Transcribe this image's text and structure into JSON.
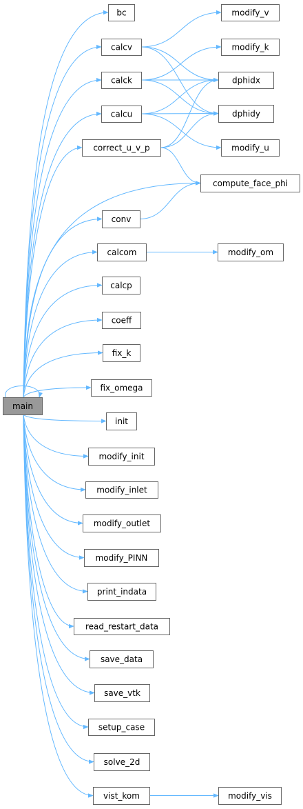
{
  "diagram": {
    "accent": "#63b8ff",
    "root_fill": "#999999",
    "nodes": {
      "main": "main",
      "bc": "bc",
      "calcv": "calcv",
      "calck": "calck",
      "calcu": "calcu",
      "correct_u_v_p": "correct_u_v_p",
      "conv": "conv",
      "calcom": "calcom",
      "calcp": "calcp",
      "coeff": "coeff",
      "fix_k": "fix_k",
      "fix_omega": "fix_omega",
      "init": "init",
      "modify_init": "modify_init",
      "modify_inlet": "modify_inlet",
      "modify_outlet": "modify_outlet",
      "modify_PINN": "modify_PINN",
      "print_indata": "print_indata",
      "read_restart_data": "read_restart_data",
      "save_data": "save_data",
      "save_vtk": "save_vtk",
      "setup_case": "setup_case",
      "solve_2d": "solve_2d",
      "vist_kom": "vist_kom",
      "modify_v": "modify_v",
      "modify_k": "modify_k",
      "dphidx": "dphidx",
      "dphidy": "dphidy",
      "modify_u": "modify_u",
      "compute_face_phi": "compute_face_phi",
      "modify_om": "modify_om",
      "modify_vis": "modify_vis"
    },
    "edges": [
      [
        "main",
        "main"
      ],
      [
        "main",
        "bc"
      ],
      [
        "main",
        "calcv"
      ],
      [
        "main",
        "calck"
      ],
      [
        "main",
        "calcu"
      ],
      [
        "main",
        "correct_u_v_p"
      ],
      [
        "main",
        "compute_face_phi"
      ],
      [
        "main",
        "conv"
      ],
      [
        "main",
        "calcom"
      ],
      [
        "main",
        "calcp"
      ],
      [
        "main",
        "coeff"
      ],
      [
        "main",
        "fix_k"
      ],
      [
        "main",
        "fix_omega"
      ],
      [
        "main",
        "init"
      ],
      [
        "main",
        "modify_init"
      ],
      [
        "main",
        "modify_inlet"
      ],
      [
        "main",
        "modify_outlet"
      ],
      [
        "main",
        "modify_PINN"
      ],
      [
        "main",
        "print_indata"
      ],
      [
        "main",
        "read_restart_data"
      ],
      [
        "main",
        "save_data"
      ],
      [
        "main",
        "save_vtk"
      ],
      [
        "main",
        "setup_case"
      ],
      [
        "main",
        "solve_2d"
      ],
      [
        "main",
        "vist_kom"
      ],
      [
        "calcv",
        "modify_v"
      ],
      [
        "calcv",
        "dphidx"
      ],
      [
        "calcv",
        "dphidy"
      ],
      [
        "calck",
        "modify_k"
      ],
      [
        "calck",
        "dphidx"
      ],
      [
        "calck",
        "dphidy"
      ],
      [
        "calcu",
        "dphidx"
      ],
      [
        "calcu",
        "dphidy"
      ],
      [
        "calcu",
        "modify_u"
      ],
      [
        "correct_u_v_p",
        "dphidx"
      ],
      [
        "correct_u_v_p",
        "dphidy"
      ],
      [
        "correct_u_v_p",
        "compute_face_phi"
      ],
      [
        "conv",
        "compute_face_phi"
      ],
      [
        "calcom",
        "modify_om"
      ],
      [
        "vist_kom",
        "modify_vis"
      ]
    ]
  }
}
